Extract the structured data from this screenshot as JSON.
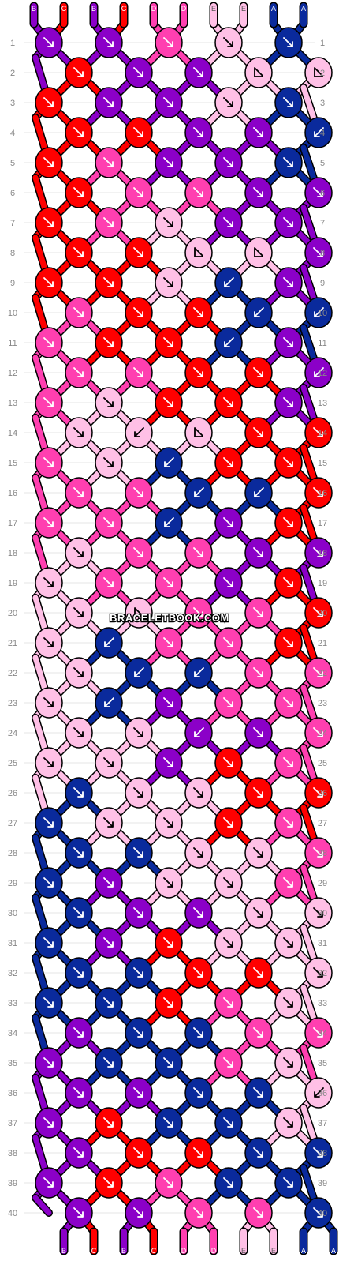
{
  "watermark": "BRACELETBOOK.COM",
  "rows": [
    "1",
    "2",
    "3",
    "4",
    "5",
    "6",
    "7",
    "8",
    "9",
    "10",
    "11",
    "12",
    "13",
    "14",
    "15",
    "16",
    "17",
    "18",
    "19",
    "20",
    "21",
    "22",
    "23",
    "24",
    "25",
    "26",
    "27",
    "28",
    "29",
    "30",
    "31",
    "32",
    "33",
    "34",
    "35",
    "36",
    "37",
    "38",
    "39",
    "40"
  ],
  "strings": {
    "top": [
      "B",
      "C",
      "B",
      "C",
      "D",
      "D",
      "E",
      "E",
      "A",
      "A"
    ],
    "bottom": [
      "B",
      "C",
      "B",
      "C",
      "D",
      "D",
      "E",
      "E",
      "A",
      "A"
    ]
  },
  "colors": {
    "A": "#0a2a9c",
    "B": "#8b00c8",
    "C": "#ff0000",
    "D": "#ff3fb0",
    "E": "#ffc0e6",
    "outline": "#000000",
    "row_label": "#888888"
  },
  "knots": [
    [
      "B",
      "B",
      "D",
      "E",
      "A"
    ],
    [
      "C",
      "B",
      "B",
      "E",
      "E",
      "A"
    ],
    [
      "C",
      "B",
      "B",
      "E",
      "A"
    ],
    [
      "C",
      "C",
      "B",
      "B",
      "A",
      "A"
    ],
    [
      "C",
      "D",
      "B",
      "B",
      "A"
    ],
    [
      "C",
      "D",
      "D",
      "B",
      "B",
      "A"
    ],
    [
      "C",
      "D",
      "E",
      "B",
      "B"
    ],
    [
      "C",
      "C",
      "E",
      "E",
      "B",
      "B"
    ],
    [
      "C",
      "C",
      "E",
      "A",
      "B"
    ],
    [
      "D",
      "C",
      "C",
      "A",
      "A",
      "B"
    ],
    [
      "D",
      "C",
      "C",
      "A",
      "B"
    ],
    [
      "D",
      "D",
      "C",
      "C",
      "B",
      "B"
    ],
    [
      "D",
      "E",
      "C",
      "C",
      "B"
    ],
    [
      "E",
      "E",
      "E",
      "C",
      "C",
      "B"
    ],
    [
      "D",
      "E",
      "A",
      "C",
      "C"
    ],
    [
      "D",
      "D",
      "A",
      "A",
      "C",
      "C"
    ],
    [
      "D",
      "D",
      "A",
      "B",
      "C"
    ],
    [
      "E",
      "D",
      "D",
      "B",
      "B",
      "C"
    ],
    [
      "E",
      "D",
      "D",
      "B",
      "C"
    ],
    [
      "E",
      "E",
      "D",
      "D",
      "C",
      "C"
    ],
    [
      "E",
      "A",
      "D",
      "D",
      "C"
    ],
    [
      "E",
      "A",
      "A",
      "D",
      "D",
      "C"
    ],
    [
      "E",
      "A",
      "B",
      "D",
      "D"
    ],
    [
      "E",
      "E",
      "B",
      "B",
      "D",
      "D"
    ],
    [
      "E",
      "E",
      "B",
      "C",
      "D"
    ],
    [
      "A",
      "E",
      "E",
      "C",
      "C",
      "D"
    ],
    [
      "A",
      "E",
      "E",
      "C",
      "D"
    ],
    [
      "A",
      "A",
      "E",
      "E",
      "D",
      "D"
    ],
    [
      "A",
      "B",
      "E",
      "E",
      "D"
    ],
    [
      "A",
      "B",
      "B",
      "E",
      "E",
      "D"
    ],
    [
      "A",
      "B",
      "C",
      "E",
      "E"
    ],
    [
      "A",
      "A",
      "C",
      "C",
      "E",
      "E"
    ],
    [
      "A",
      "A",
      "C",
      "D",
      "E"
    ],
    [
      "B",
      "A",
      "A",
      "D",
      "D",
      "E"
    ],
    [
      "B",
      "A",
      "A",
      "D",
      "E"
    ],
    [
      "B",
      "B",
      "A",
      "A",
      "E",
      "E"
    ],
    [
      "B",
      "C",
      "A",
      "A",
      "E"
    ],
    [
      "B",
      "C",
      "C",
      "A",
      "A",
      "E"
    ],
    [
      "B",
      "C",
      "D",
      "A",
      "A"
    ],
    [
      "B",
      "B",
      "D",
      "D",
      "A",
      "A"
    ]
  ],
  "arrows": [
    [
      "dr",
      "dr",
      "dr",
      "dr",
      "dr"
    ],
    [
      "dr",
      "dr",
      "dr",
      "l",
      "l",
      "dr"
    ],
    [
      "dr",
      "dr",
      "dr",
      "dr",
      "dr"
    ],
    [
      "dr",
      "dr",
      "dr",
      "dr",
      "dl",
      "dr"
    ],
    [
      "dr",
      "dr",
      "dr",
      "dr",
      "dr"
    ],
    [
      "dr",
      "dr",
      "dr",
      "dr",
      "dr",
      "dr"
    ],
    [
      "dr",
      "dr",
      "dr",
      "dr",
      "dr"
    ],
    [
      "dr",
      "dr",
      "l",
      "l",
      "dr",
      "dr"
    ],
    [
      "dr",
      "dr",
      "dr",
      "dl",
      "dr"
    ],
    [
      "dr",
      "dr",
      "dr",
      "dl",
      "dl",
      "dr"
    ],
    [
      "dr",
      "dr",
      "dr",
      "dl",
      "dr"
    ],
    [
      "dr",
      "dr",
      "dr",
      "dr",
      "dl",
      "dr"
    ],
    [
      "dr",
      "dr",
      "dr",
      "dr",
      "dr"
    ],
    [
      "dr",
      "dl",
      "l",
      "dr",
      "dr",
      "dr"
    ],
    [
      "dr",
      "dr",
      "dl",
      "dr",
      "dr"
    ],
    [
      "dr",
      "dr",
      "dl",
      "dl",
      "dr",
      "dr"
    ],
    [
      "dr",
      "dr",
      "dl",
      "dr",
      "dr"
    ],
    [
      "dr",
      "dr",
      "dr",
      "dr",
      "dr",
      "dr"
    ],
    [
      "dr",
      "dr",
      "dr",
      "dr",
      "dr"
    ],
    [
      "dr",
      "l",
      "dr",
      "dr",
      "dr",
      "dr"
    ],
    [
      "dr",
      "dl",
      "dr",
      "dr",
      "dr"
    ],
    [
      "dr",
      "dl",
      "dl",
      "dr",
      "dr",
      "dr"
    ],
    [
      "dr",
      "dl",
      "dr",
      "dr",
      "dr"
    ],
    [
      "dr",
      "dr",
      "dl",
      "dr",
      "dr",
      "dr"
    ],
    [
      "dr",
      "dr",
      "dr",
      "dr",
      "dr"
    ],
    [
      "dr",
      "dr",
      "dr",
      "dr",
      "dr",
      "dr"
    ],
    [
      "dr",
      "dr",
      "dr",
      "dr",
      "dr"
    ],
    [
      "dr",
      "dr",
      "dr",
      "dr",
      "dr",
      "dr"
    ],
    [
      "dr",
      "dr",
      "dr",
      "dr",
      "dr"
    ],
    [
      "dr",
      "dr",
      "dr",
      "dr",
      "dr",
      "dr"
    ],
    [
      "dr",
      "dr",
      "dr",
      "dr",
      "dr"
    ],
    [
      "dr",
      "dr",
      "dr",
      "dr",
      "dr",
      "dr"
    ],
    [
      "dr",
      "dr",
      "dr",
      "dr",
      "dr"
    ],
    [
      "dr",
      "dr",
      "dr",
      "dr",
      "dr",
      "dr"
    ],
    [
      "dr",
      "dr",
      "dr",
      "dr",
      "dr"
    ],
    [
      "dr",
      "dr",
      "dr",
      "dr",
      "dl",
      "dr"
    ],
    [
      "dr",
      "dr",
      "dr",
      "dr",
      "dr"
    ],
    [
      "dr",
      "dr",
      "dr",
      "dr",
      "dr",
      "dr"
    ],
    [
      "dr",
      "dr",
      "dr",
      "dr",
      "dr"
    ],
    [
      "dr",
      "dr",
      "dr",
      "dr",
      "dr",
      "dr"
    ]
  ]
}
